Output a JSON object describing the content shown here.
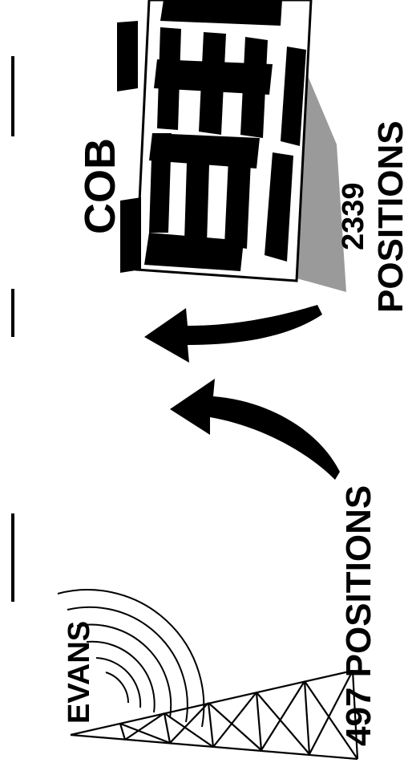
{
  "labels": {
    "evans": "EVANS",
    "evans_positions": "497 POSITIONS",
    "cob": "COB",
    "cob_count": "2339",
    "cob_positions": "POSITIONS"
  },
  "colors": {
    "ink": "#000000",
    "paper": "#ffffff",
    "shadow": "#9a9a9a"
  },
  "icons": {
    "tower": "radio-tower-icon",
    "waves": "radio-waves-icon",
    "building": "office-building-icon",
    "arrows": "curved-arrow-icon"
  }
}
